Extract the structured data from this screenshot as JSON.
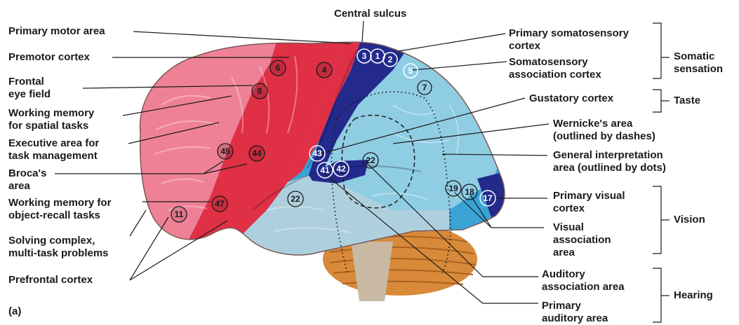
{
  "panel_label": "(a)",
  "labels": {
    "central_sulcus": "Central sulcus",
    "primary_motor_area": "Primary motor area",
    "premotor_cortex": "Premotor cortex",
    "frontal_eye_field": "Frontal\neye field",
    "working_memory_spatial": "Working memory\nfor spatial tasks",
    "executive_area": "Executive area for\ntask management",
    "brocas_area": "Broca's\narea",
    "working_memory_object": "Working memory for\nobject-recall tasks",
    "solving_complex": "Solving complex,\nmulti-task problems",
    "prefrontal_cortex": "Prefrontal cortex",
    "primary_somatosensory": "Primary somatosensory\ncortex",
    "somatosensory_association": "Somatosensory\nassociation cortex",
    "gustatory_cortex": "Gustatory cortex",
    "wernickes_area": "Wernicke's area\n(outlined by dashes)",
    "general_interpretation": "General interpretation\narea (outlined by dots)",
    "primary_visual": "Primary visual\ncortex",
    "visual_association": "Visual\nassociation\narea",
    "auditory_association": "Auditory\nassociation area",
    "primary_auditory": "Primary\nauditory area"
  },
  "groups": {
    "somatic_sensation": "Somatic\nsensation",
    "taste": "Taste",
    "vision": "Vision",
    "hearing": "Hearing"
  },
  "areas": {
    "a6": "6",
    "a4": "4",
    "a8": "8",
    "a3": "3",
    "a1": "1",
    "a2": "2",
    "a5": "5",
    "a7": "7",
    "a45": "45",
    "a44": "44",
    "a43": "43",
    "a41": "41",
    "a42": "42",
    "a22a": "22",
    "a22b": "22",
    "a47": "47",
    "a11": "11",
    "a19": "19",
    "a18": "18",
    "a17": "17"
  },
  "colors": {
    "motor_red": "#e03046",
    "prefrontal_pink": "#ef8196",
    "somatosensory_blue": "#232a8c",
    "association_light_blue": "#8fcde3",
    "temporal_blue": "#aed0de",
    "occipital_blue": "#3aa3d6",
    "cerebellum_orange": "#d88a3a"
  }
}
